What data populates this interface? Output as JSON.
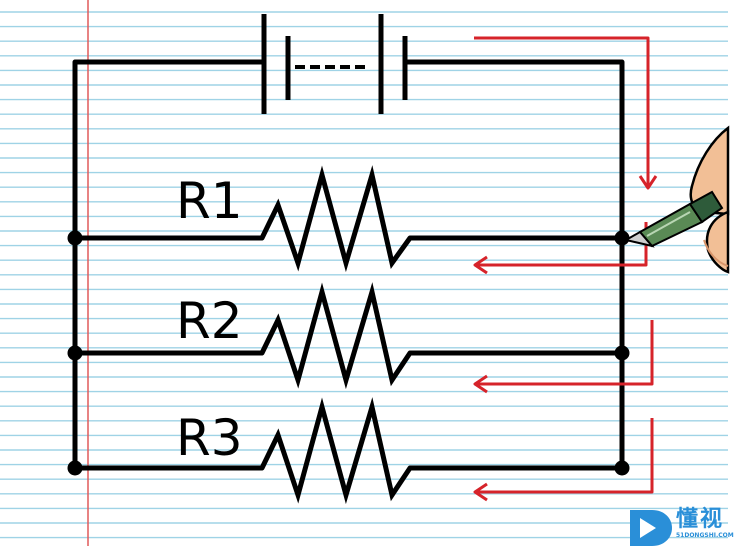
{
  "diagram": {
    "resistor_labels": [
      "R1",
      "R2",
      "R3"
    ],
    "colors": {
      "paper": "#ffffff",
      "ruled_line": "#9fd3e6",
      "margin_line": "#e05a5a",
      "wire": "#000000",
      "current_arrow": "#d6232a",
      "watermark_blue": "#2a8fd8"
    }
  },
  "watermark": {
    "cjk": "懂视",
    "site": "51DONGSHI.COM"
  }
}
